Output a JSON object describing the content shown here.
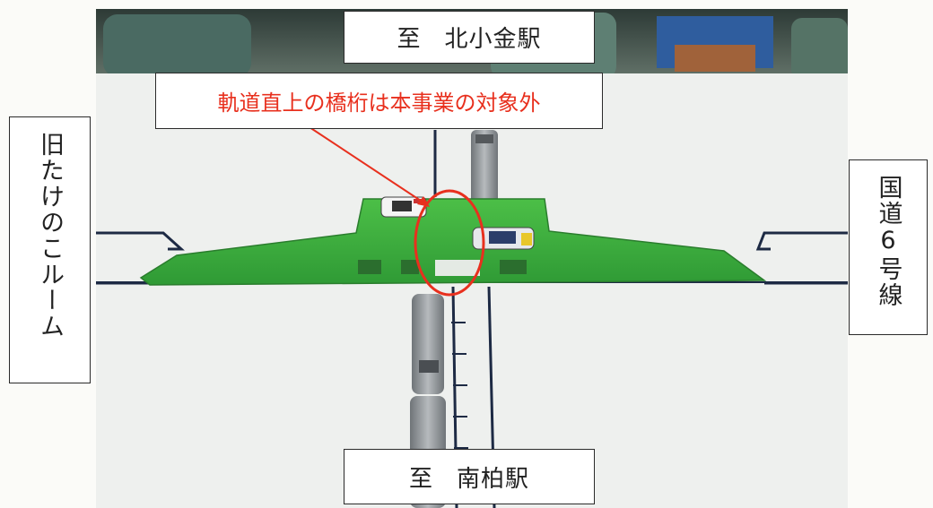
{
  "labels": {
    "north_prefix": "至",
    "north_station": "北小金駅",
    "south_prefix": "至",
    "south_station": "南柏駅",
    "west": "旧たけのこルーム",
    "east": "国道6号線"
  },
  "callout": {
    "text": "軌道直上の橋桁は本事業の対象外"
  },
  "colors": {
    "bridge_green": "#3fae3c",
    "callout_red": "#e8301e",
    "train_gray": "#8e9296"
  }
}
